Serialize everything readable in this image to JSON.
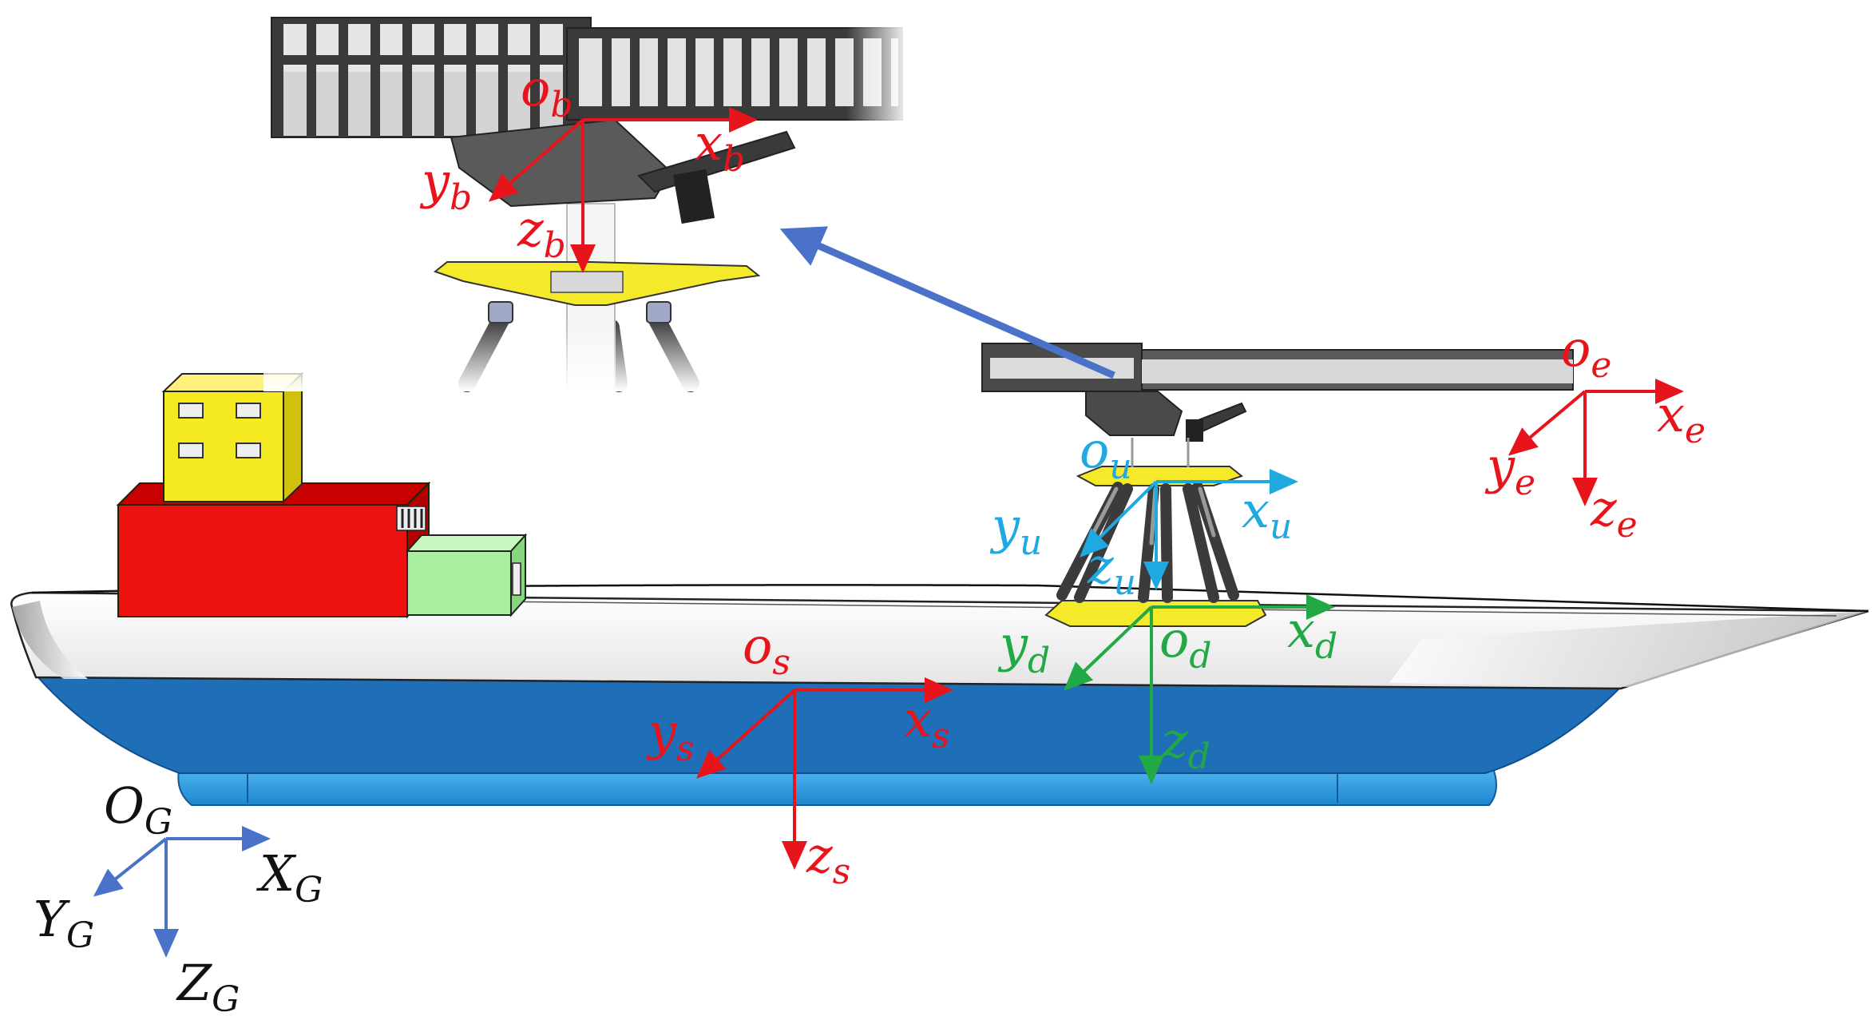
{
  "colors": {
    "red": "#e8141c",
    "cyan": "#20a8e0",
    "green": "#22a845",
    "blue": "#4a72c8",
    "black": "#111111",
    "hull_white": "#f4f4f4",
    "hull_blue": "#1e6fb8",
    "keel_blue": "#2f9be0",
    "deck_red": "#ee1111",
    "house_yellow": "#f5ea20",
    "box_green": "#a8f0a0",
    "platform_yellow": "#f4ea2a",
    "gangway_gray": "#4a4a4a"
  },
  "frames": {
    "global": {
      "origin": {
        "main": "O",
        "sub": "G"
      },
      "x": {
        "main": "X",
        "sub": "G"
      },
      "y": {
        "main": "Y",
        "sub": "G"
      },
      "z": {
        "main": "Z",
        "sub": "G"
      }
    },
    "ship": {
      "origin": {
        "main": "o",
        "sub": "s"
      },
      "x": {
        "main": "x",
        "sub": "s"
      },
      "y": {
        "main": "y",
        "sub": "s"
      },
      "z": {
        "main": "z",
        "sub": "s"
      }
    },
    "lower": {
      "origin": {
        "main": "o",
        "sub": "d"
      },
      "x": {
        "main": "x",
        "sub": "d"
      },
      "y": {
        "main": "y",
        "sub": "d"
      },
      "z": {
        "main": "z",
        "sub": "d"
      }
    },
    "upper": {
      "origin": {
        "main": "o",
        "sub": "u"
      },
      "x": {
        "main": "x",
        "sub": "u"
      },
      "y": {
        "main": "y",
        "sub": "u"
      },
      "z": {
        "main": "z",
        "sub": "u"
      }
    },
    "end": {
      "origin": {
        "main": "o",
        "sub": "e"
      },
      "x": {
        "main": "x",
        "sub": "e"
      },
      "y": {
        "main": "y",
        "sub": "e"
      },
      "z": {
        "main": "z",
        "sub": "e"
      }
    },
    "base": {
      "origin": {
        "main": "o",
        "sub": "b"
      },
      "x": {
        "main": "x",
        "sub": "b"
      },
      "y": {
        "main": "y",
        "sub": "b"
      },
      "z": {
        "main": "z",
        "sub": "b"
      }
    }
  }
}
